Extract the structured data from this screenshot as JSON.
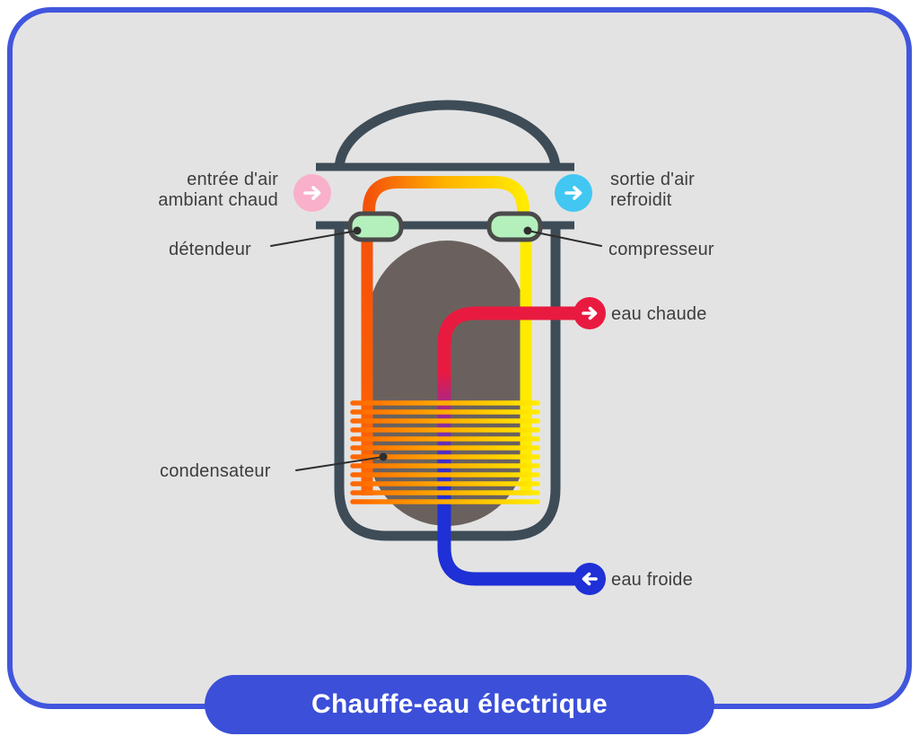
{
  "title": "Chauffe-eau électrique",
  "labels": {
    "air_in_line1": "entrée d'air",
    "air_in_line2": "ambiant chaud",
    "air_out_line1": "sortie d'air",
    "air_out_line2": "refroidit",
    "detendeur": "détendeur",
    "compresseur": "compresseur",
    "condensateur": "condensateur",
    "eau_chaude": "eau chaude",
    "eau_froide": "eau froide"
  },
  "icons": {
    "air_in": "arrow-right-icon",
    "air_out": "arrow-right-icon",
    "hot_water": "arrow-right-icon",
    "cold_water": "arrow-left-icon"
  },
  "colors": {
    "bg": "#ffffff",
    "panel": "#e4e3e3",
    "frame": "#4156dd",
    "banner": "#3b4fd8",
    "slate": "#3d4c57",
    "ink": "#3d3d3d",
    "pointer": "#2e2e2e",
    "pink": "#f9b0cb",
    "cyan": "#41c7f2",
    "green": "#b4f0bc",
    "greenline": "#4a4a4a",
    "capsule": "#6a615e",
    "orangedeep": "#f4500b",
    "orange": "#ff6600",
    "amber": "#ffb300",
    "yellow": "#ffeb00",
    "red": "#e91a40",
    "magenta": "#bc2376",
    "purple": "#7b2fae",
    "indigo": "#3d2cc9",
    "blue": "#1e30d6",
    "white": "#ffffff"
  }
}
